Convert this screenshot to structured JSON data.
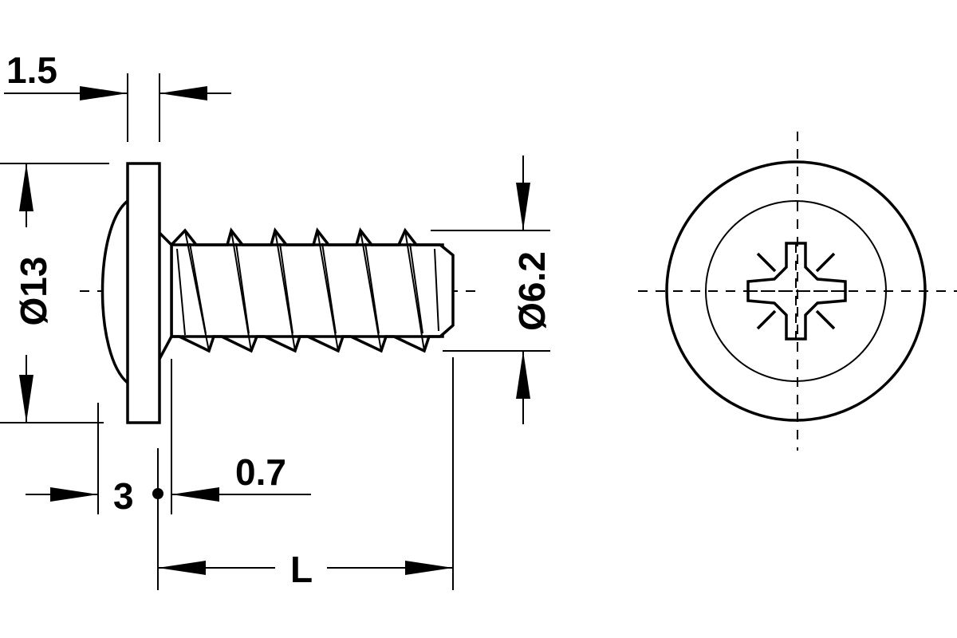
{
  "dimensions": {
    "head_thickness": "1.5",
    "head_diameter": "Ø13",
    "thread_diameter": "Ø6.2",
    "dome_height": "3",
    "thread_pitch": "0.7",
    "length": "L"
  },
  "colors": {
    "line": "#000000",
    "background": "#ffffff"
  }
}
